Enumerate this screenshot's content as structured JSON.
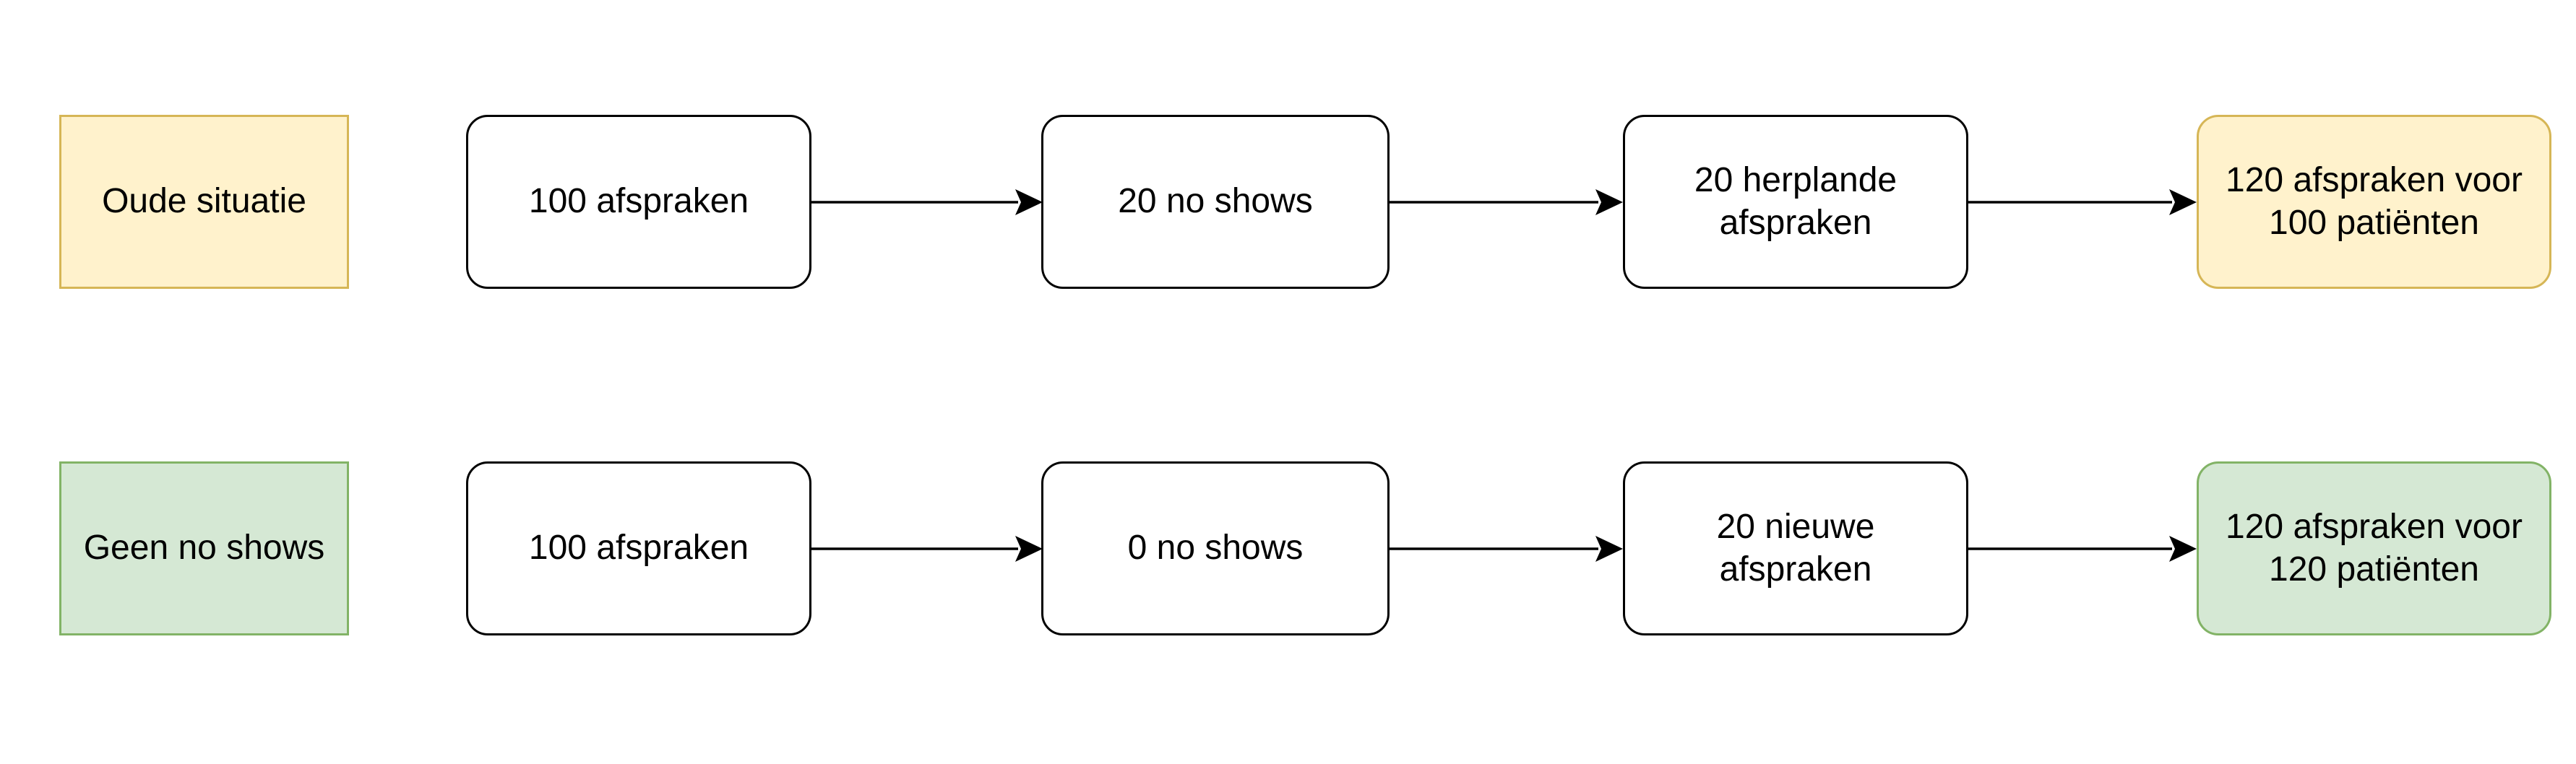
{
  "diagram": {
    "background": "#FFFFFF",
    "node_colors": {
      "step_fill": "#FFFFFF",
      "step_stroke": "#000000",
      "arrow": "#000000",
      "text": "#000000",
      "old_fill": "#FFF2CC",
      "old_stroke": "#D6B656",
      "new_fill": "#D5E8D4",
      "new_stroke": "#82B366"
    },
    "rows": [
      {
        "id": "oude-situatie",
        "label": {
          "text": "Oude situatie",
          "fill": "#FFF2CC",
          "stroke": "#D6B656"
        },
        "steps": [
          {
            "text": "100 afspraken"
          },
          {
            "text": "20 no shows"
          },
          {
            "text": "20 herplande\nafspraken"
          }
        ],
        "result": {
          "text": "120 afspraken voor\n100 patiënten",
          "fill": "#FFF2CC",
          "stroke": "#D6B656"
        }
      },
      {
        "id": "geen-no-shows",
        "label": {
          "text": "Geen no shows",
          "fill": "#D5E8D4",
          "stroke": "#82B366"
        },
        "steps": [
          {
            "text": "100 afspraken"
          },
          {
            "text": "0 no shows"
          },
          {
            "text": "20 nieuwe afspraken"
          }
        ],
        "result": {
          "text": "120 afspraken voor\n120 patiënten",
          "fill": "#D5E8D4",
          "stroke": "#82B366"
        }
      }
    ]
  }
}
